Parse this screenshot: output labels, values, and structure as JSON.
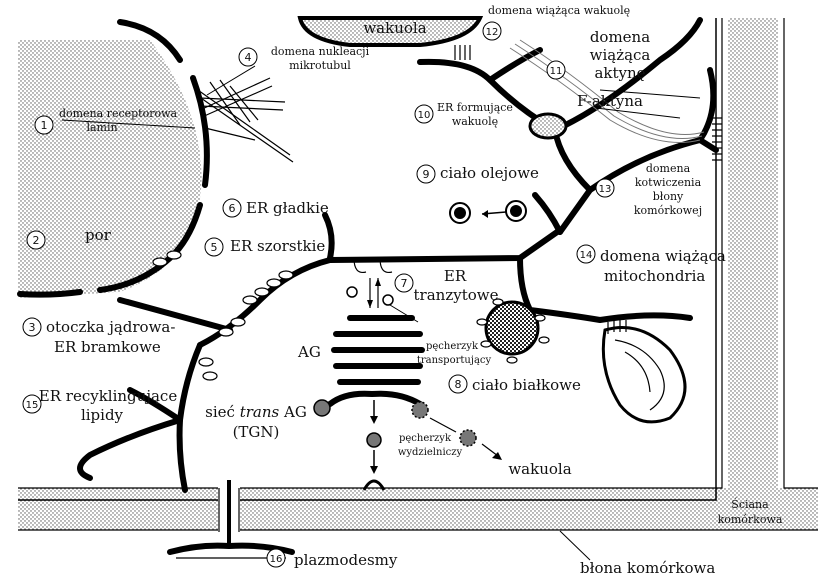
{
  "labels": {
    "wakuola_top": "wakuola",
    "domena_wiazaca_wakuole": "domena wiążąca wakuolę",
    "domena_nukleacji_1": "domena nukleacji",
    "domena_nukleacji_2": "mikrotubul",
    "domena_wiazaca_aktyne_1": "domena",
    "domena_wiazaca_aktyne_2": "wiążąca",
    "domena_wiazaca_aktyne_3": "aktynę",
    "f_aktyna": "F-aktyna",
    "domena_receptorowa_1": "domena receptorowa",
    "domena_receptorowa_2": "lamin",
    "er_formujace_1": "ER formujące",
    "er_formujace_2": "wakuolę",
    "cialo_olejowe": "ciało olejowe",
    "domena_kotwiczenia_1": "domena",
    "domena_kotwiczenia_2": "kotwiczenia",
    "domena_kotwiczenia_3": "błony",
    "domena_kotwiczenia_4": "komórkowej",
    "er_gladkie": "ER gładkie",
    "por": "por",
    "er_szorstkie": "ER szorstkie",
    "er_tranzytowe_1": "ER",
    "er_tranzytowe_2": "tranzytowe",
    "domena_mito_1": "domena wiążąca",
    "domena_mito_2": "mitochondria",
    "otoczka_1": "otoczka jądrowa-",
    "otoczka_2": "ER bramkowe",
    "ag": "AG",
    "pecherzyk_transp_1": "pęcherzyk",
    "pecherzyk_transp_2": "transportujący",
    "cialo_bialkowe": "ciało białkowe",
    "er_recykl_1": "ER recyklingujące",
    "er_recykl_2": "lipidy",
    "siec_trans_1a": "sieć ",
    "siec_trans_1b": "trans",
    "siec_trans_1c": " AG",
    "siec_trans_2": "(TGN)",
    "pecherzyk_wydz_1": "pęcherzyk",
    "pecherzyk_wydz_2": "wydzielniczy",
    "wakuola_bottom": "wakuola",
    "sciana_1": "Ściana",
    "sciana_2": "komórkowa",
    "plazmodesmy": "plazmodesmy",
    "blona_komorkowa": "błona komórkowa"
  },
  "numbers": {
    "n1": "1",
    "n2": "2",
    "n3": "3",
    "n4": "4",
    "n5": "5",
    "n6": "6",
    "n7": "7",
    "n8": "8",
    "n9": "9",
    "n10": "10",
    "n11": "11",
    "n12": "12",
    "n13": "13",
    "n14": "14",
    "n15": "15",
    "n16": "16"
  }
}
